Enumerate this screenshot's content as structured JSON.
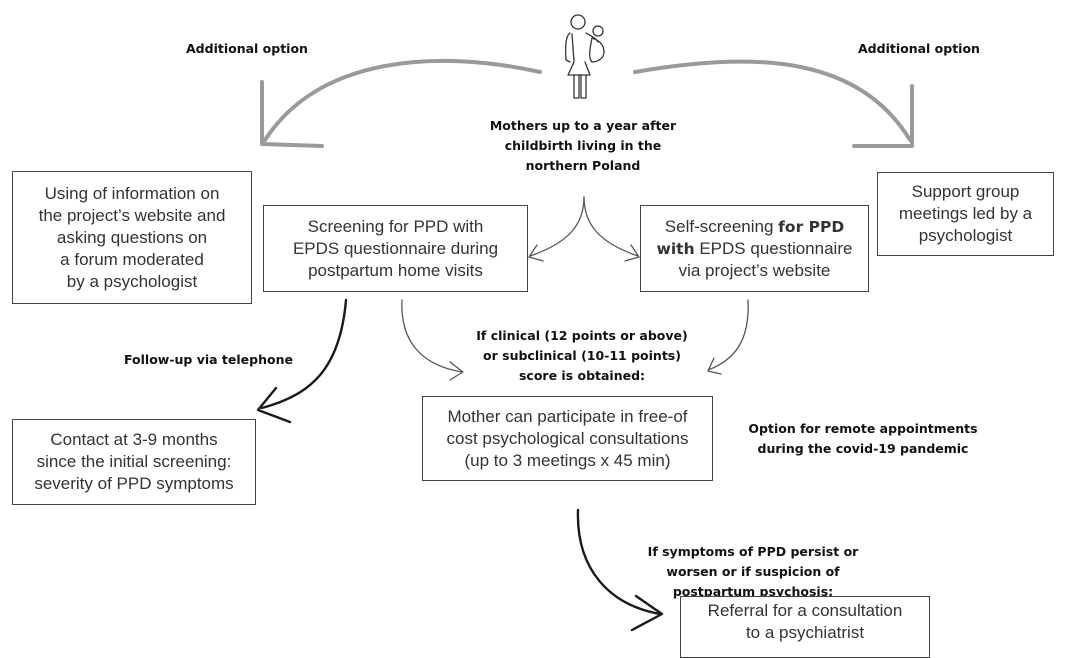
{
  "top": {
    "left_option": "Additional option",
    "right_option": "Additional option",
    "target_group": [
      "Mothers up to a year after",
      "childbirth living in the",
      "northern Poland"
    ]
  },
  "boxes": {
    "website_forum": [
      "Using of information on",
      "the project’s website and",
      "asking questions on",
      "a forum moderated",
      "by a psychologist"
    ],
    "home_screening": [
      "Screening for PPD with",
      "EPDS questionnaire during",
      "postpartum home visits"
    ],
    "self_screening": {
      "line1_a": "Self-screening ",
      "line1_b": "for PPD",
      "line2_a": "with",
      "line2_b": " EPDS questionnaire",
      "line3": "via project’s website"
    },
    "support_group": [
      "Support group",
      "meetings led by a",
      "psychologist"
    ],
    "consultations": [
      "Mother can participate in free-of",
      "cost psychological consultations",
      "(up to 3 meetings x 45 min)"
    ],
    "contact": [
      "Contact at 3-9 months",
      "since the initial screening:",
      "severity of PPD symptoms"
    ],
    "referral": [
      "Referral for a consultation",
      "to a psychiatrist"
    ]
  },
  "labels": {
    "score_condition": [
      "If clinical (12 points or above)",
      "or subclinical (10-11 points)",
      "score is obtained:"
    ],
    "follow_up": "Follow-up via telephone",
    "remote_option": [
      "Option for remote appointments",
      "during the covid-19 pandemic"
    ],
    "persist_condition": [
      "If symptoms of PPD persist or",
      "worsen or if suspicion of",
      "postpartum psychosis:"
    ]
  }
}
